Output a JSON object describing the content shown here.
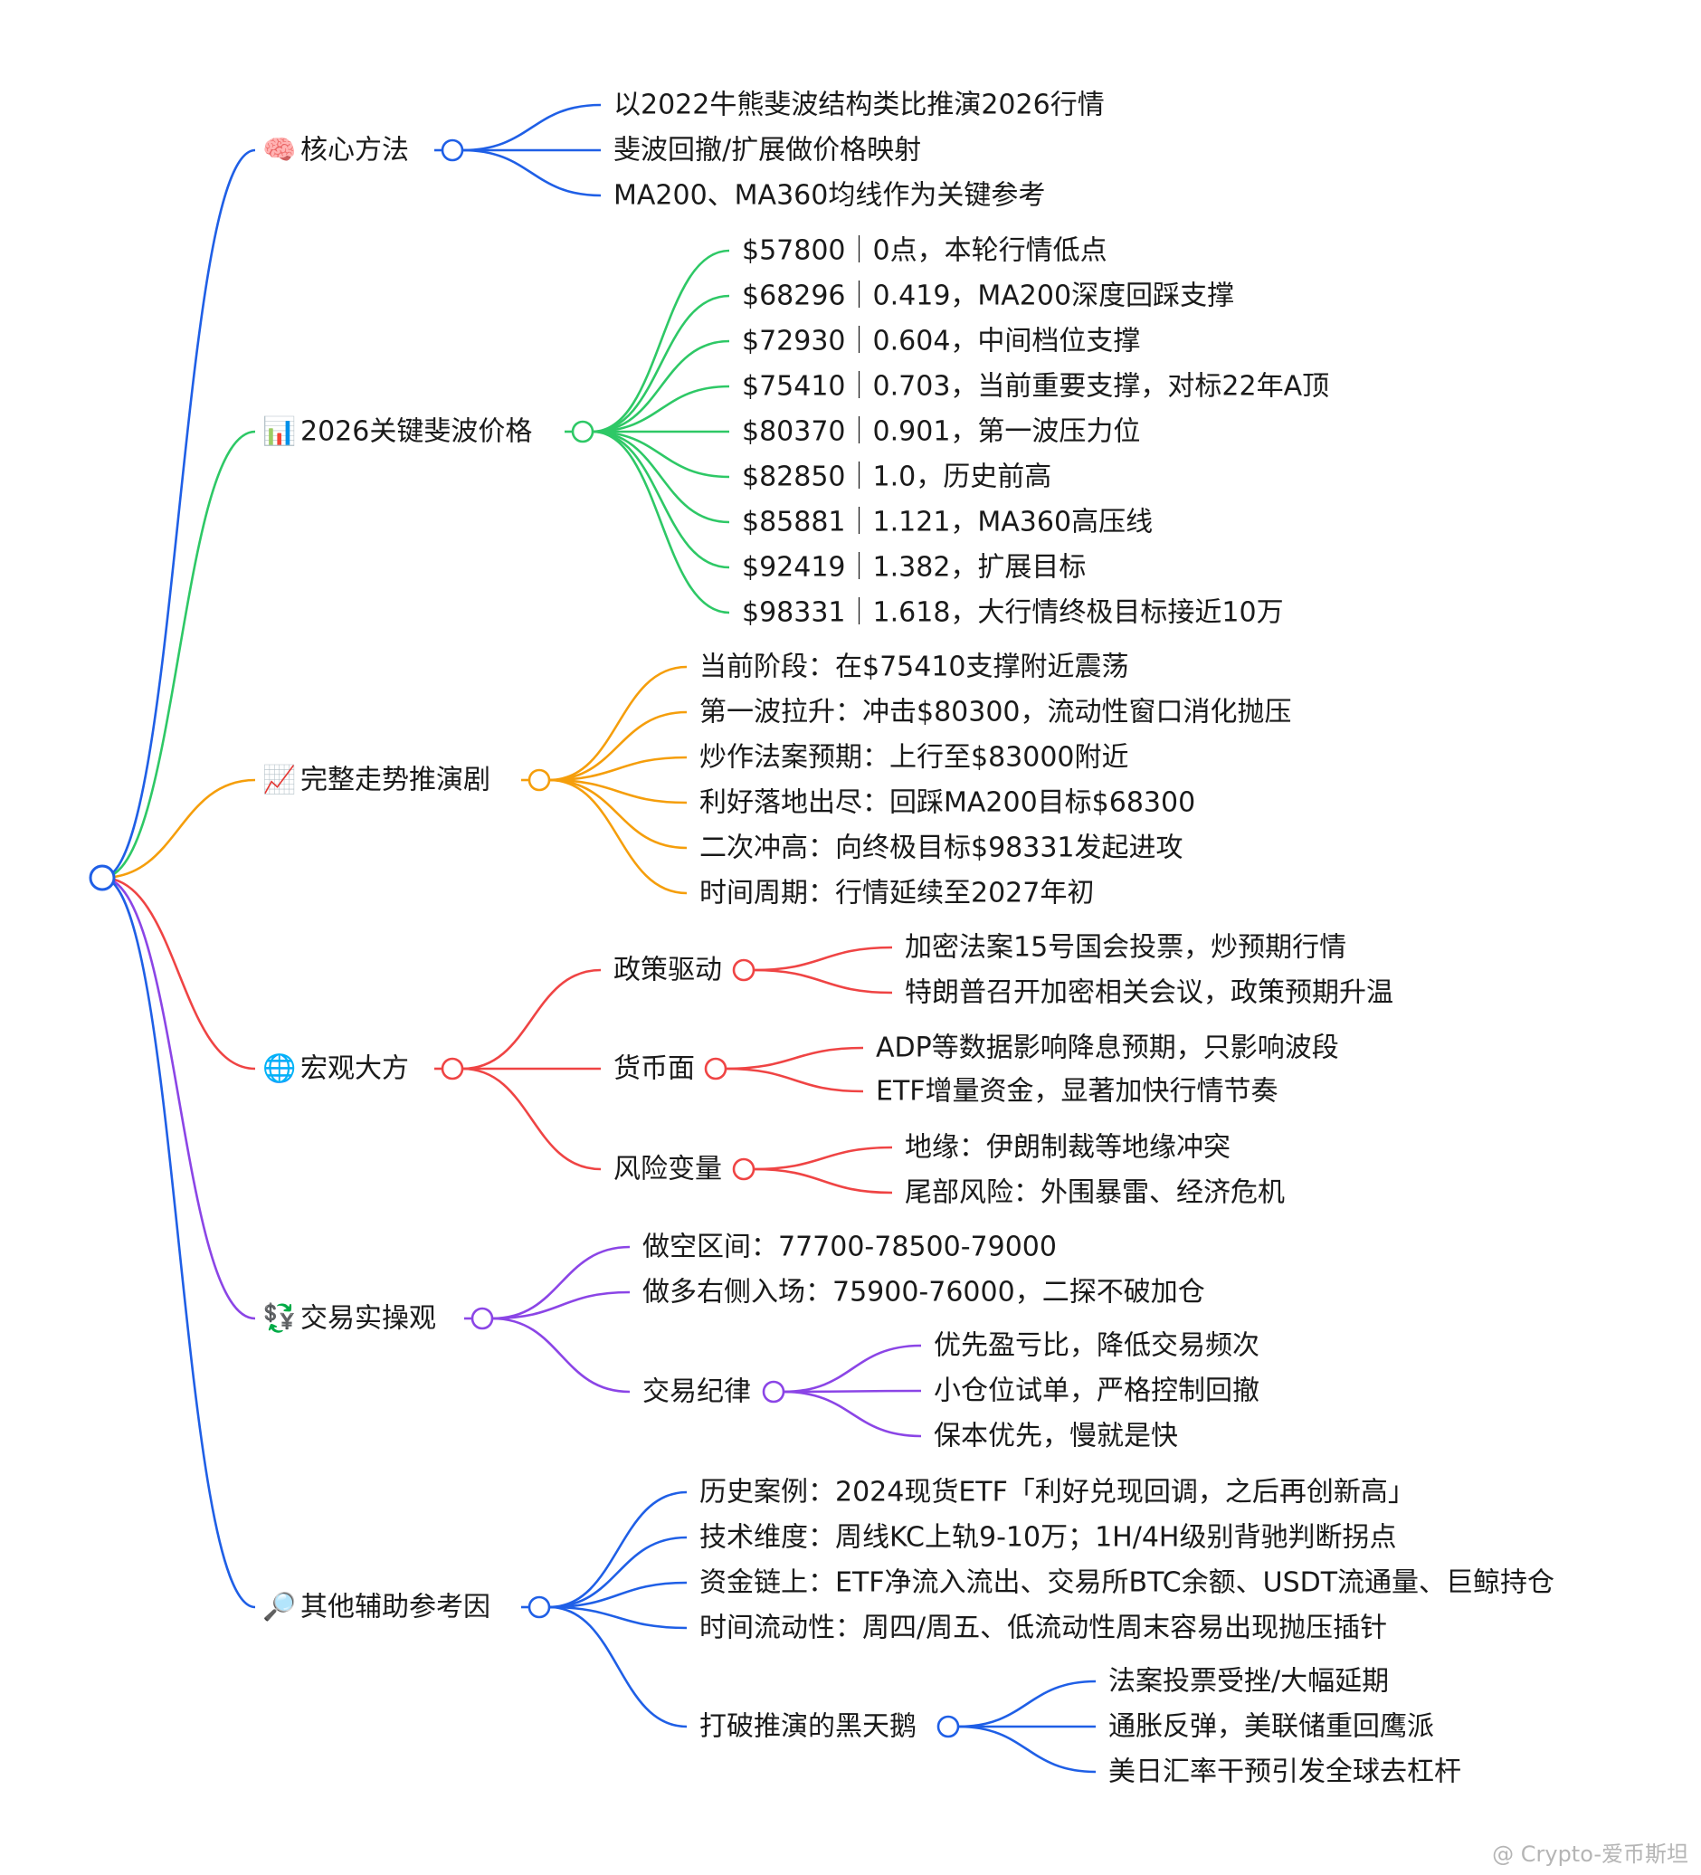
{
  "colors": {
    "blue": "#1f5fe6",
    "green": "#2ec866",
    "orange": "#f59e0b",
    "red": "#ef4444",
    "purple": "#8b45e6"
  },
  "watermark": "@ Crypto-爱币斯坦",
  "root": {
    "label": ""
  },
  "branches": [
    {
      "id": "core",
      "icon": "🧠",
      "icon_name": "brain-icon",
      "label": "核心方法",
      "color": "blue",
      "children": [
        {
          "label": "以2022牛熊斐波结构类比推演2026行情"
        },
        {
          "label": "斐波回撤/扩展做价格映射"
        },
        {
          "label": "MA200、MA360均线作为关键参考"
        }
      ]
    },
    {
      "id": "fib",
      "icon": "📊",
      "icon_name": "bar-chart-icon",
      "label": "2026关键斐波价格",
      "color": "green",
      "children": [
        {
          "label": "$57800｜0点，本轮行情低点"
        },
        {
          "label": "$68296｜0.419，MA200深度回踩支撑"
        },
        {
          "label": "$72930｜0.604，中间档位支撑"
        },
        {
          "label": "$75410｜0.703，当前重要支撑，对标22年A顶"
        },
        {
          "label": "$80370｜0.901，第一波压力位"
        },
        {
          "label": "$82850｜1.0，历史前高"
        },
        {
          "label": "$85881｜1.121，MA360高压线"
        },
        {
          "label": "$92419｜1.382，扩展目标"
        },
        {
          "label": "$98331｜1.618，大行情终极目标接近10万"
        }
      ]
    },
    {
      "id": "trend",
      "icon": "📈",
      "icon_name": "trend-chart-icon",
      "label": "完整走势推演剧",
      "color": "orange",
      "children": [
        {
          "label": "当前阶段：在$75410支撑附近震荡"
        },
        {
          "label": "第一波拉升：冲击$80300，流动性窗口消化抛压"
        },
        {
          "label": "炒作法案预期：上行至$83000附近"
        },
        {
          "label": "利好落地出尽：回踩MA200目标$68300"
        },
        {
          "label": "二次冲高：向终极目标$98331发起进攻"
        },
        {
          "label": "时间周期：行情延续至2027年初"
        }
      ]
    },
    {
      "id": "macro",
      "icon": "🌐",
      "icon_name": "globe-icon",
      "label": "宏观大方",
      "color": "red",
      "children": [
        {
          "label": "政策驱动",
          "children": [
            {
              "label": "加密法案15号国会投票，炒预期行情"
            },
            {
              "label": "特朗普召开加密相关会议，政策预期升温"
            }
          ]
        },
        {
          "label": "货币面",
          "children": [
            {
              "label": "ADP等数据影响降息预期，只影响波段"
            },
            {
              "label": "ETF增量资金，显著加快行情节奏"
            }
          ]
        },
        {
          "label": "风险变量",
          "children": [
            {
              "label": "地缘：伊朗制裁等地缘冲突"
            },
            {
              "label": "尾部风险：外围暴雷、经济危机"
            }
          ]
        }
      ]
    },
    {
      "id": "trade",
      "icon": "💱",
      "icon_name": "currency-exchange-icon",
      "label": "交易实操观",
      "color": "purple",
      "children": [
        {
          "label": "做空区间：77700-78500-79000"
        },
        {
          "label": "做多右侧入场：75900-76000，二探不破加仓"
        },
        {
          "label": "交易纪律",
          "children": [
            {
              "label": "优先盈亏比，降低交易频次"
            },
            {
              "label": "小仓位试单，严格控制回撤"
            },
            {
              "label": "保本优先，慢就是快"
            }
          ]
        }
      ]
    },
    {
      "id": "other",
      "icon": "🔎",
      "icon_name": "magnifier-icon",
      "label": "其他辅助参考因",
      "color": "blue",
      "children": [
        {
          "label": "历史案例：2024现货ETF「利好兑现回调，之后再创新高」"
        },
        {
          "label": "技术维度：周线KC上轨9-10万；1H/4H级别背驰判断拐点"
        },
        {
          "label": "资金链上：ETF净流入流出、交易所BTC余额、USDT流通量、巨鲸持仓"
        },
        {
          "label": "时间流动性：周四/周五、低流动性周末容易出现抛压插针"
        },
        {
          "label": "打破推演的黑天鹅",
          "children": [
            {
              "label": "法案投票受挫/大幅延期"
            },
            {
              "label": "通胀反弹，美联储重回鹰派"
            },
            {
              "label": "美日汇率干预引发全球去杠杆"
            }
          ]
        }
      ]
    }
  ]
}
